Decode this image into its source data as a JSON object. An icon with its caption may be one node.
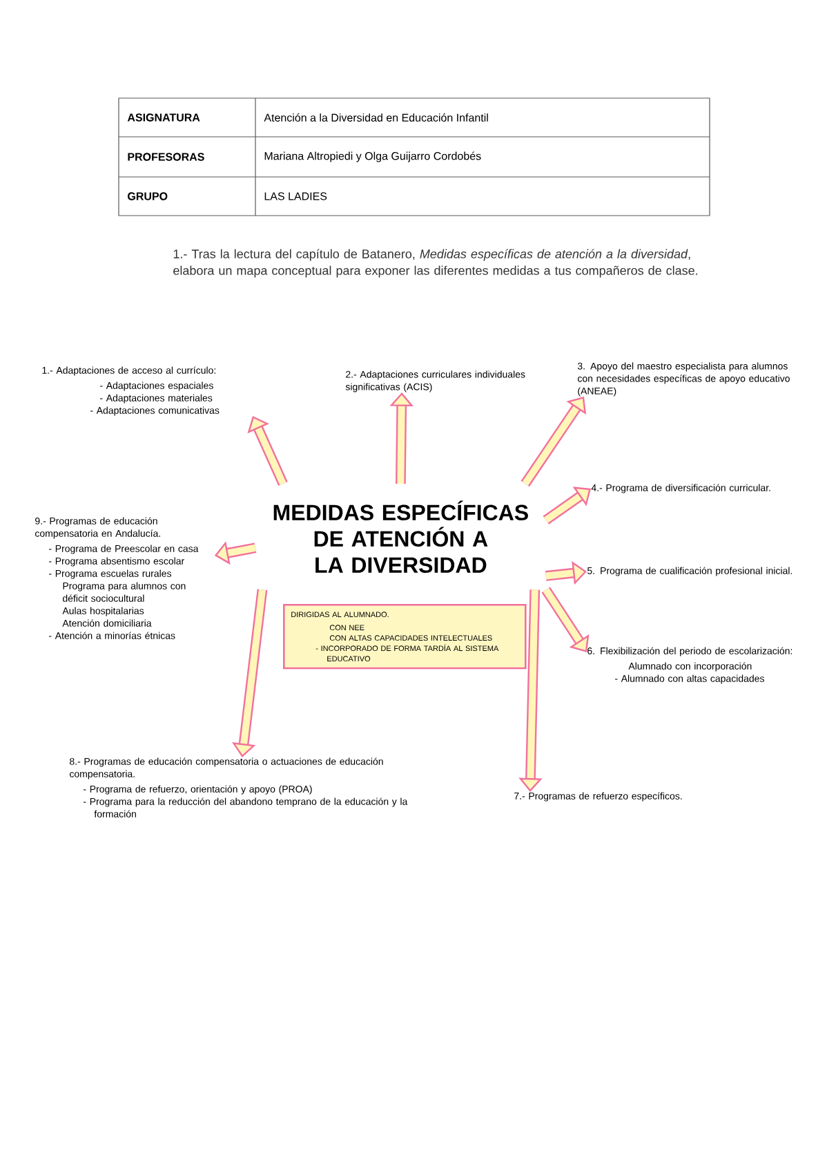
{
  "diagram": {
    "nodes": [
      {
        "text": [
          "MEDIDAS ESPECÍFICAS DE ATENCIÓN A LA DIVERSIDAD"
        ]
      },
      {
        "text": [
          "DIRIGIDAS AL ALUMNADO.",
          "CON NEE",
          "CON ALTAS CAPACIDADES INTELECTUALES",
          "- INCORPORADO DE FORMA TARDÍA AL SISTEMA EDUCATIVO"
        ]
      },
      {
        "text": [
          "1.- Adaptaciones de acceso al currículo:",
          "- Adaptaciones espaciales",
          "- Adaptaciones materiales",
          "- Adaptaciones comunicativas"
        ]
      },
      {
        "text": [
          "2.- Adaptaciones curriculares individuales significativas (ACIS)"
        ]
      },
      {
        "text": [
          "3. Apoyo del maestro especialista para alumnos con necesidades específicas de apoyo educativo (ANEAE)"
        ]
      },
      {
        "text": [
          "4.- Programa de diversificación curricular."
        ]
      },
      {
        "text": [
          "5. Programa de cualificación profesional inicial."
        ]
      },
      {
        "text": [
          "6. Flexibilización del periodo de escolarización:",
          "Alumnado con incorporación",
          "- Alumnado con altas capacidades"
        ]
      },
      {
        "text": [
          "7.- Programas de refuerzo específicos."
        ]
      },
      {
        "text": [
          "8.- Programas de educación compensatoria o actuaciones de educación compensatoria.",
          "- Programa de refuerzo, orientación y apoyo (PROA)",
          "- Programa para la reducción del abandono temprano de la educación y la formación"
        ]
      },
      {
        "text": [
          "9.- Programas de educación compensatoria en Andalucía.",
          "- Programa de Preescolar en casa",
          "- Programa absentismo escolar",
          "- Programa escuelas rurales",
          "Programa para alumnos con déficit sociocultural",
          "Aulas hospitalarias",
          "Atención domiciliaria",
          "- Atención a minorías étnicas"
        ]
      }
    ],
    "edges": [
      {
        "from": 0,
        "to": 2,
        "arrow": "to"
      },
      {
        "from": 0,
        "to": 3,
        "arrow": "to"
      },
      {
        "from": 0,
        "to": 4,
        "arrow": "to"
      },
      {
        "from": 0,
        "to": 5,
        "arrow": "to"
      },
      {
        "from": 0,
        "to": 6,
        "arrow": "to"
      },
      {
        "from": 0,
        "to": 7,
        "arrow": "to"
      },
      {
        "from": 0,
        "to": 8,
        "arrow": "to"
      },
      {
        "from": 0,
        "to": 9,
        "arrow": "to"
      },
      {
        "from": 0,
        "to": 10,
        "arrow": "to"
      }
    ],
    "labels": [
      "ASIGNATURA",
      "Atención a la Diversidad en Educación Infantil",
      "PROFESORAS",
      "Mariana Altropiedi y Olga Guijarro Cordobés",
      "GRUPO",
      "LAS LADIES",
      "1.- Tras la lectura del capítulo de Batanero, *Medidas específicas de atención a la diversidad*, elabora un mapa conceptual para exponer las diferentes medidas a tus compañeros de clase."
    ]
  }
}
